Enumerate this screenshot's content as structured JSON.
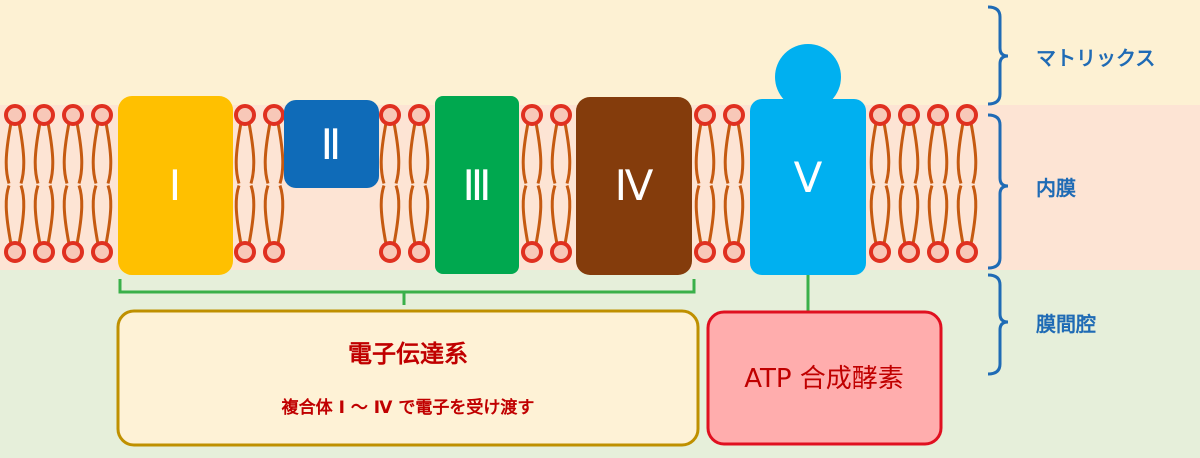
{
  "regions": {
    "matrix": {
      "label": "マトリックス",
      "color": "#fdf1d3"
    },
    "inner_membrane": {
      "label": "内膜",
      "color": "#fde4d4"
    },
    "intermembrane_space": {
      "label": "膜間腔",
      "color": "#e6efda"
    }
  },
  "complexes": [
    {
      "id": "I",
      "numeral": "Ⅰ",
      "color": "#ffc000"
    },
    {
      "id": "II",
      "numeral": "Ⅱ",
      "color": "#0f6bb8"
    },
    {
      "id": "III",
      "numeral": "Ⅲ",
      "color": "#00a84f"
    },
    {
      "id": "IV",
      "numeral": "Ⅳ",
      "color": "#843c0c"
    },
    {
      "id": "V",
      "numeral": "Ⅴ",
      "color": "#00b0f0"
    }
  ],
  "etc_box": {
    "title": "電子伝達系",
    "subtitle": "複合体 Ⅰ ～ Ⅳ で電子を受け渡す",
    "title_color": "#c00000",
    "border_color": "#bf9000",
    "fill_color": "#fef2d6"
  },
  "atp_box": {
    "label": "ATP 合成酵素",
    "text_color": "#c00000",
    "border_color": "#e01020",
    "fill_color": "#ffadad"
  },
  "colors": {
    "lipid_tail": "#c55a11",
    "lipid_head": "#e03020",
    "lipid_head_inner": "#f8c8b8",
    "region_label": "#1f6bb5",
    "etc_bracket": "#3ab04a",
    "complex_text": "#ffffff"
  }
}
